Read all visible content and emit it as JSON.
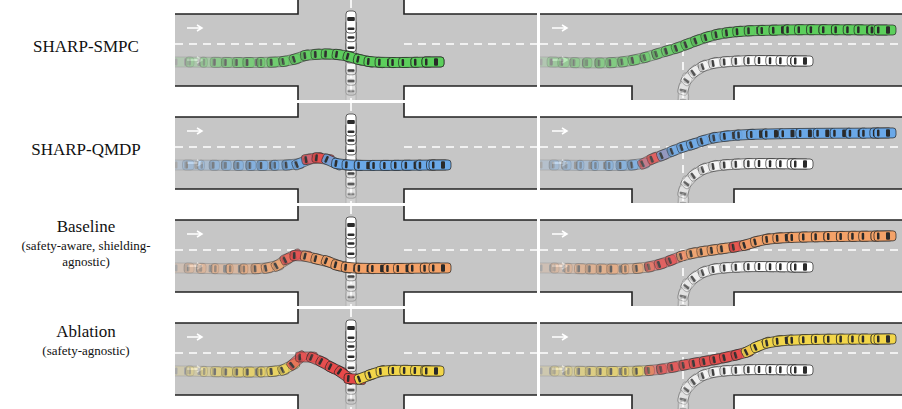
{
  "diagram": {
    "labels": [
      "SHARP-SMPC",
      "SHARP-QMDP",
      "Baseline",
      "(safety-aware, shielding-agnostic)",
      "Ablation",
      "(safety-agnostic)"
    ]
  }
}
